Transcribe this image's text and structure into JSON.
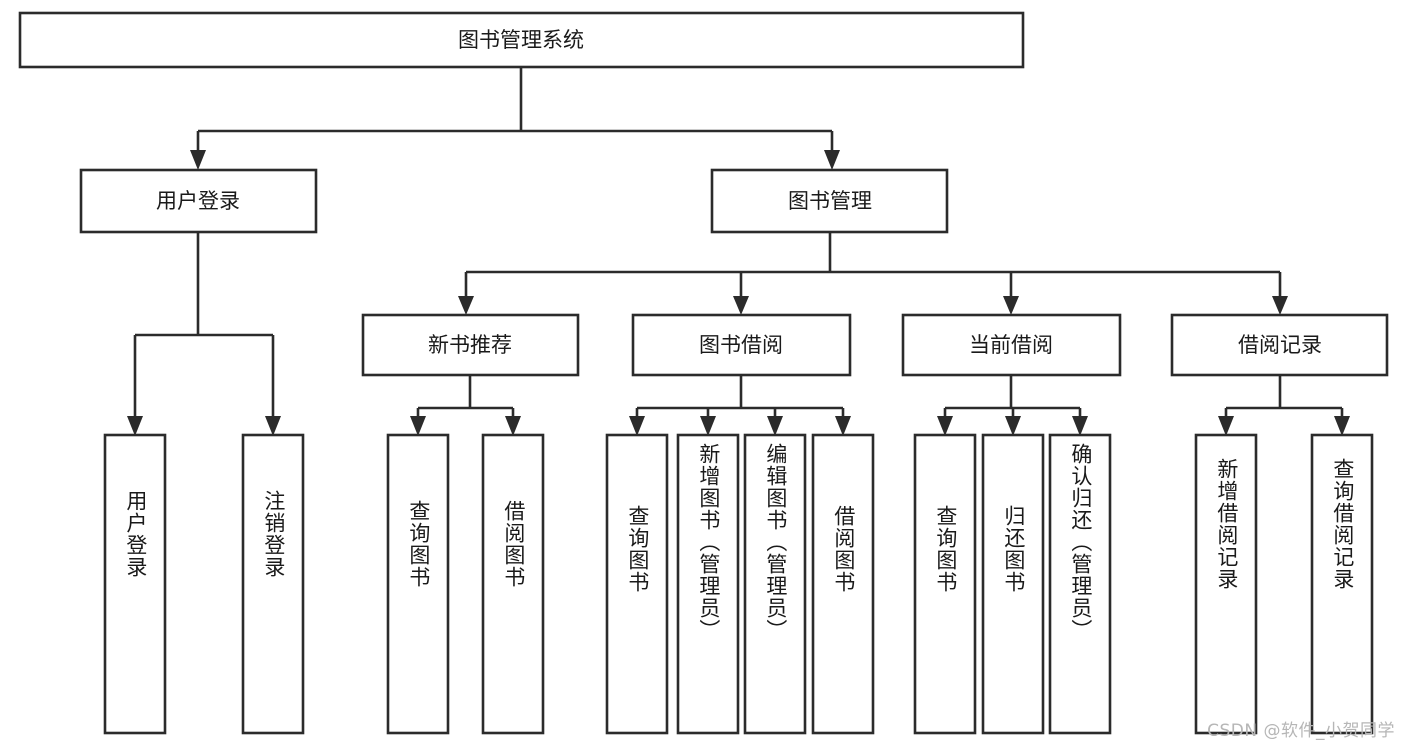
{
  "diagram": {
    "type": "tree-hierarchy",
    "title": "图书管理系统",
    "root": {
      "id": "root",
      "label": "图书管理系统"
    },
    "level2": [
      {
        "id": "user-login",
        "label": "用户登录"
      },
      {
        "id": "book-manage",
        "label": "图书管理"
      }
    ],
    "level3": [
      {
        "id": "new-book-recommend",
        "label": "新书推荐",
        "parent": "book-manage"
      },
      {
        "id": "book-borrow",
        "label": "图书借阅",
        "parent": "book-manage"
      },
      {
        "id": "current-borrow",
        "label": "当前借阅",
        "parent": "book-manage"
      },
      {
        "id": "borrow-record",
        "label": "借阅记录",
        "parent": "book-manage"
      }
    ],
    "leaves": [
      {
        "id": "leaf-user-login",
        "label": "用户登录",
        "parent": "user-login"
      },
      {
        "id": "leaf-user-logout",
        "label": "注销登录",
        "parent": "user-login"
      },
      {
        "id": "leaf-query-book-1",
        "label": "查询图书",
        "parent": "new-book-recommend"
      },
      {
        "id": "leaf-borrow-book-1",
        "label": "借阅图书",
        "parent": "new-book-recommend"
      },
      {
        "id": "leaf-query-book-2",
        "label": "查询图书",
        "parent": "book-borrow"
      },
      {
        "id": "leaf-add-book",
        "label": "新增图书（管理员）",
        "parent": "book-borrow"
      },
      {
        "id": "leaf-edit-book",
        "label": "编辑图书（管理员）",
        "parent": "book-borrow"
      },
      {
        "id": "leaf-borrow-book-2",
        "label": "借阅图书",
        "parent": "book-borrow"
      },
      {
        "id": "leaf-query-book-3",
        "label": "查询图书",
        "parent": "current-borrow"
      },
      {
        "id": "leaf-return-book",
        "label": "归还图书",
        "parent": "current-borrow"
      },
      {
        "id": "leaf-confirm-return",
        "label": "确认归还（管理员）",
        "parent": "current-borrow"
      },
      {
        "id": "leaf-add-record",
        "label": "新增借阅记录",
        "parent": "borrow-record"
      },
      {
        "id": "leaf-query-record",
        "label": "查询借阅记录",
        "parent": "borrow-record"
      }
    ],
    "colors": {
      "stroke": "#2b2b2b",
      "fill": "#ffffff",
      "text": "#1a1a1a",
      "watermark": "#b6b6b6"
    }
  },
  "watermark": {
    "text": "CSDN @软件_小贺同学"
  }
}
